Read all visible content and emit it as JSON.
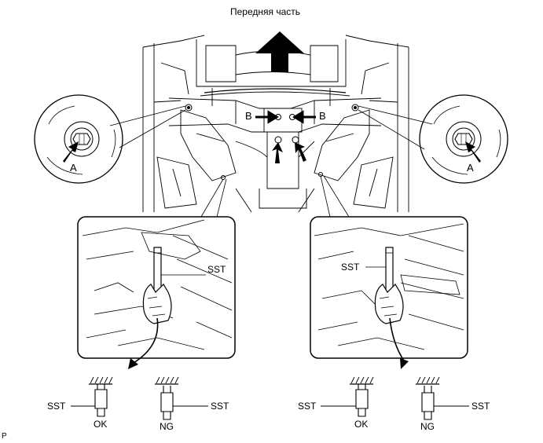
{
  "title": "Передняя часть",
  "callouts": {
    "a_left": "A",
    "a_right": "A",
    "b_left": "B",
    "b_right": "B"
  },
  "inset_left": {
    "sst_label": "SST"
  },
  "inset_right": {
    "sst_label": "SST"
  },
  "checks_left": {
    "ok_side_label": "SST",
    "ok_result": "OK",
    "ng_result": "NG",
    "ng_side_label": "SST"
  },
  "checks_right": {
    "ok_side_label": "SST",
    "ok_result": "OK",
    "ng_result": "NG",
    "ng_side_label": "SST"
  },
  "corner_mark": "P"
}
